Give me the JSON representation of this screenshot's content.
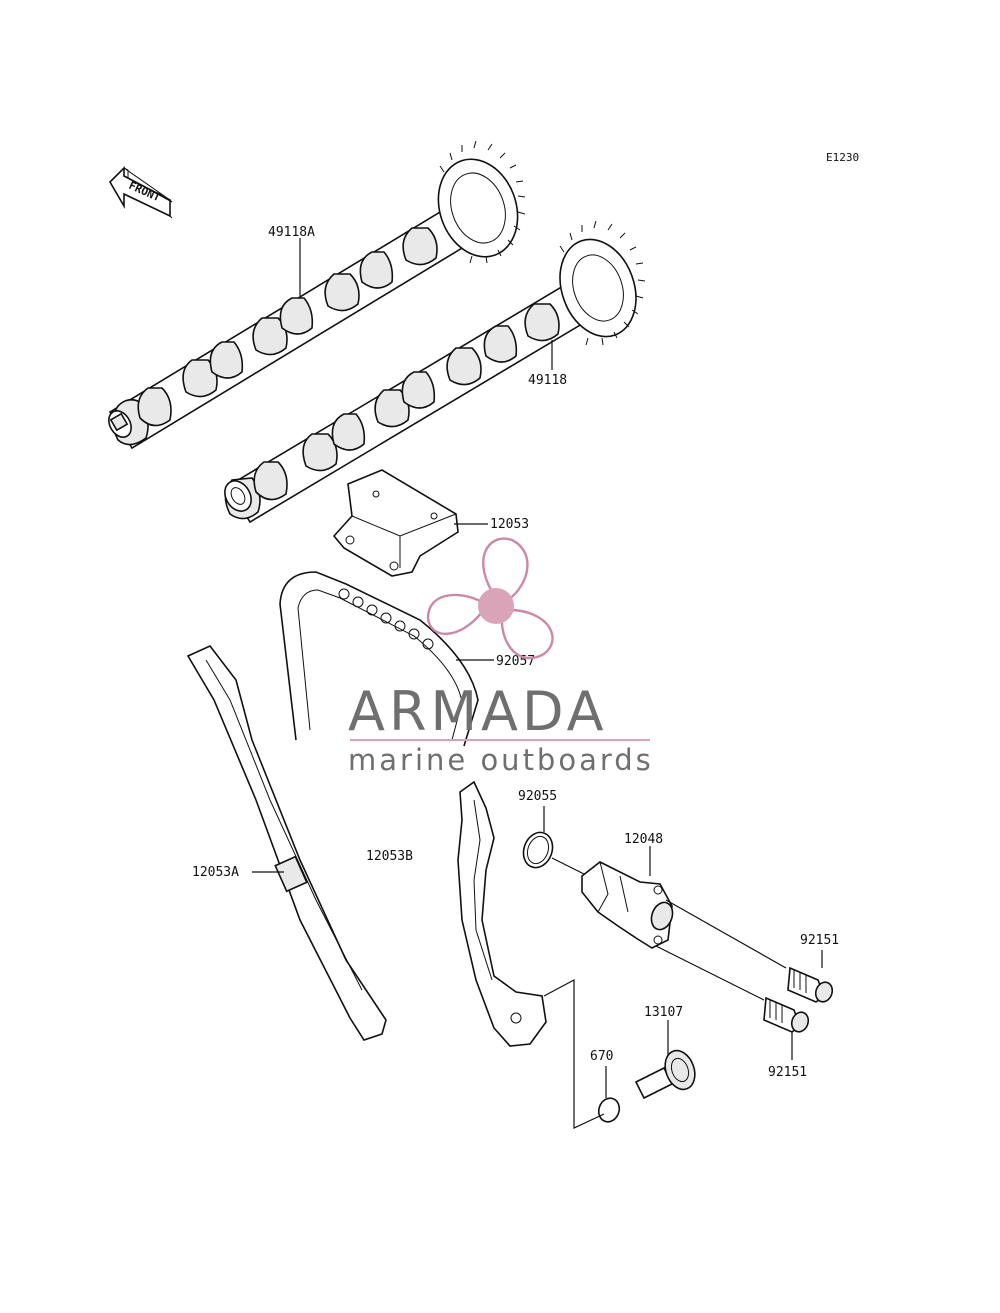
{
  "diagram": {
    "code": "E1230",
    "front_label": "FRONT",
    "labels": [
      {
        "id": "49118A",
        "text": "49118A"
      },
      {
        "id": "49118",
        "text": "49118"
      },
      {
        "id": "12053",
        "text": "12053"
      },
      {
        "id": "92057",
        "text": "92057"
      },
      {
        "id": "12053A",
        "text": "12053A"
      },
      {
        "id": "12053B",
        "text": "12053B"
      },
      {
        "id": "92055",
        "text": "92055"
      },
      {
        "id": "12048",
        "text": "12048"
      },
      {
        "id": "92151-top",
        "text": "92151"
      },
      {
        "id": "92151-bottom",
        "text": "92151"
      },
      {
        "id": "13107",
        "text": "13107"
      },
      {
        "id": "670",
        "text": "670"
      }
    ]
  },
  "watermark": {
    "brand": "ARMADA",
    "tagline": "marine outboards",
    "colors": {
      "pink": "#d9a3b8",
      "grey": "#6f6f6f",
      "pink_dark": "#cc88a6"
    }
  }
}
